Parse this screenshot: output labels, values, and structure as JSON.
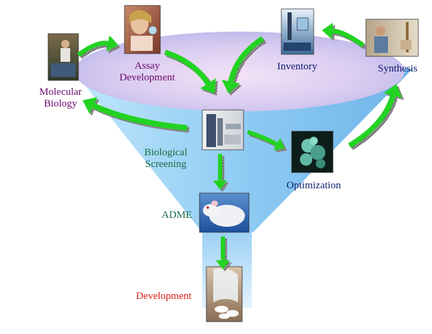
{
  "labels": {
    "molecular_biology": "Molecular\nBiology",
    "assay_development": "Assay\nDevelopment",
    "inventory": "Inventory",
    "synthesis": "Synthesis",
    "biological_screening": "Biological\nScreening",
    "optimization": "Optimization",
    "adme": "ADME",
    "development": "Development"
  },
  "colors": {
    "arrow": "#22d322",
    "arrow_shadow": "#555555",
    "funnel_light": "#bfe6fb",
    "funnel_dark": "#6fb4e8",
    "ellipse_top": "#c9c0ee",
    "ellipse_mid": "#ead6f4",
    "purple_label": "#6a0a6a",
    "navy_label": "#0c1a6e",
    "green_label": "#1a6b45",
    "red_label": "#d81c1c"
  }
}
